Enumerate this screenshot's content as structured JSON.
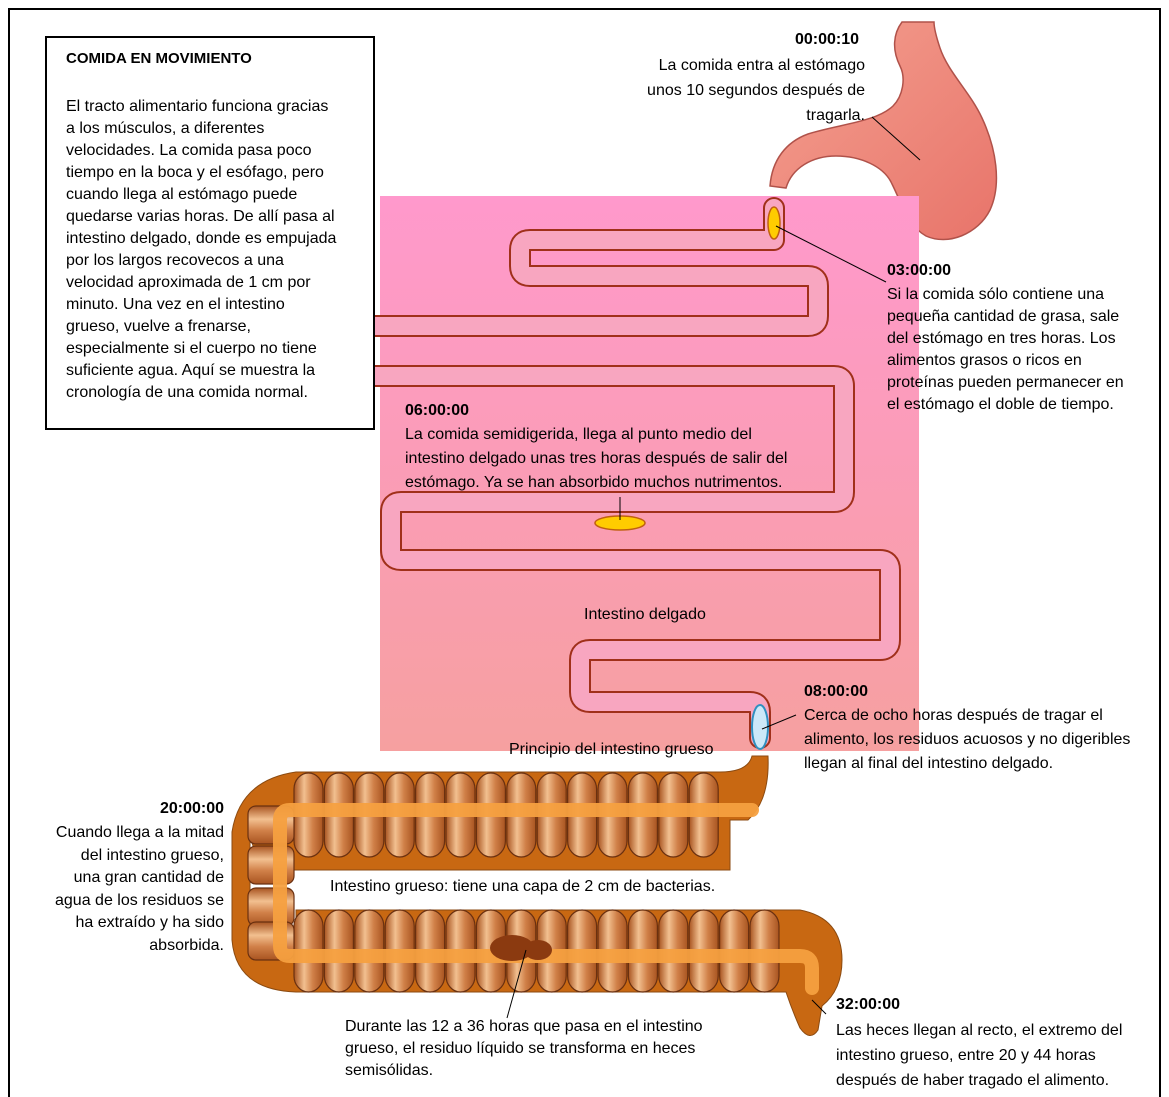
{
  "intro": {
    "title": "COMIDA EN MOVIMIENTO",
    "body": "El tracto alimentario funciona gracias\na los músculos, a diferentes\nvelocidades. La comida pasa poco\ntiempo en la boca y el esófago, pero\ncuando llega al estómago puede\nquedarse varias horas. De allí pasa al\nintestino delgado, donde es empujada\npor los largos recovecos a una\nvelocidad aproximada de 1 cm por\nminuto. Una vez en el intestino\ngrueso, vuelve a frenarse,\nespecialmente si el cuerpo no tiene\nsuficiente agua. Aquí se muestra la\ncronología de una comida normal."
  },
  "stages": {
    "stomach_entry": {
      "time": "00:00:10",
      "text": "La comida entra al estómago\nunos 10 segundos después de\ntragarla."
    },
    "stomach_exit": {
      "time": "03:00:00",
      "text": "Si la comida sólo contiene una\npequeña cantidad de grasa, sale\ndel estómago en tres horas. Los\nalimentos grasos o ricos en\nproteínas pueden permanecer en\nel estómago el doble de tiempo."
    },
    "small_midpoint": {
      "time": "06:00:00",
      "text": "La comida semidigerida, llega al punto medio del\nintestino delgado unas tres horas después de salir del\nestómago. Ya se han absorbido muchos nutrimentos."
    },
    "small_end": {
      "time": "08:00:00",
      "text": "Cerca de ocho horas después de tragar el\nalimento, los residuos acuosos y no digeribles\nllegan al final del intestino delgado."
    },
    "large_mid": {
      "time": "20:00:00",
      "text": "Cuando llega a la mitad\ndel intestino grueso,\nuna gran cantidad de\nagua de los residuos se\nha extraído y ha sido\nabsorbida."
    },
    "large_transit": {
      "text": "Durante las 12 a 36 horas que pasa en el intestino\ngrueso, el residuo líquido se transforma en heces\nsemisólidas."
    },
    "rectum": {
      "time": "32:00:00",
      "text": "Las heces llegan al recto, el extremo del\nintestino grueso, entre 20 y 44 horas\ndespués de haber tragado el alimento."
    }
  },
  "labels": {
    "small_intestine": "Intestino delgado",
    "large_start": "Principio del intestino grueso",
    "large_intestine": "Intestino grueso: tiene una capa de  2 cm de bacterias."
  },
  "colors": {
    "stomach": "#f08a80",
    "small_bg_top": "#ff99cc",
    "small_bg_bottom": "#f6a0a0",
    "small_tube": "#a0301a",
    "bolus": "#ffcc00",
    "residue": "#cce8f8",
    "colon_segment": "#c8713a",
    "colon_highlight": "#f2c090",
    "colon_path": "#f5a040",
    "colon_outer": "#c86812",
    "feces": "#8b3a10"
  }
}
